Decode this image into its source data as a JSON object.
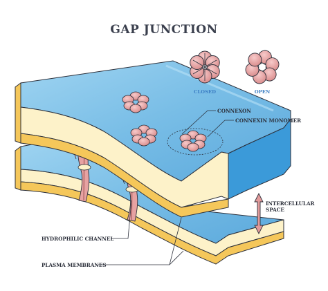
{
  "title": "GAP JUNCTION",
  "states": {
    "closed": "CLOSED",
    "open": "OPEN"
  },
  "labels": {
    "connexon": "CONNEXON",
    "connexin_monomer": "CONNEXIN MONOMER",
    "intercellular_space_1": "INTERCELLULAR",
    "intercellular_space_2": "SPACE",
    "hydrophilic_channel": "HYDROPHILIC CHANNEL",
    "plasma_membranes": "PLASMA MEMBRANES"
  },
  "colors": {
    "membrane_top": "#7ec3ea",
    "membrane_side": "#3b9ad9",
    "membrane_cream": "#fdf2c9",
    "membrane_yellow": "#f5c75a",
    "connexin": "#e7a2a2",
    "connexin_dark": "#c97a7a",
    "arrow": "#e29a9a",
    "state_text": "#3d7fc4"
  }
}
